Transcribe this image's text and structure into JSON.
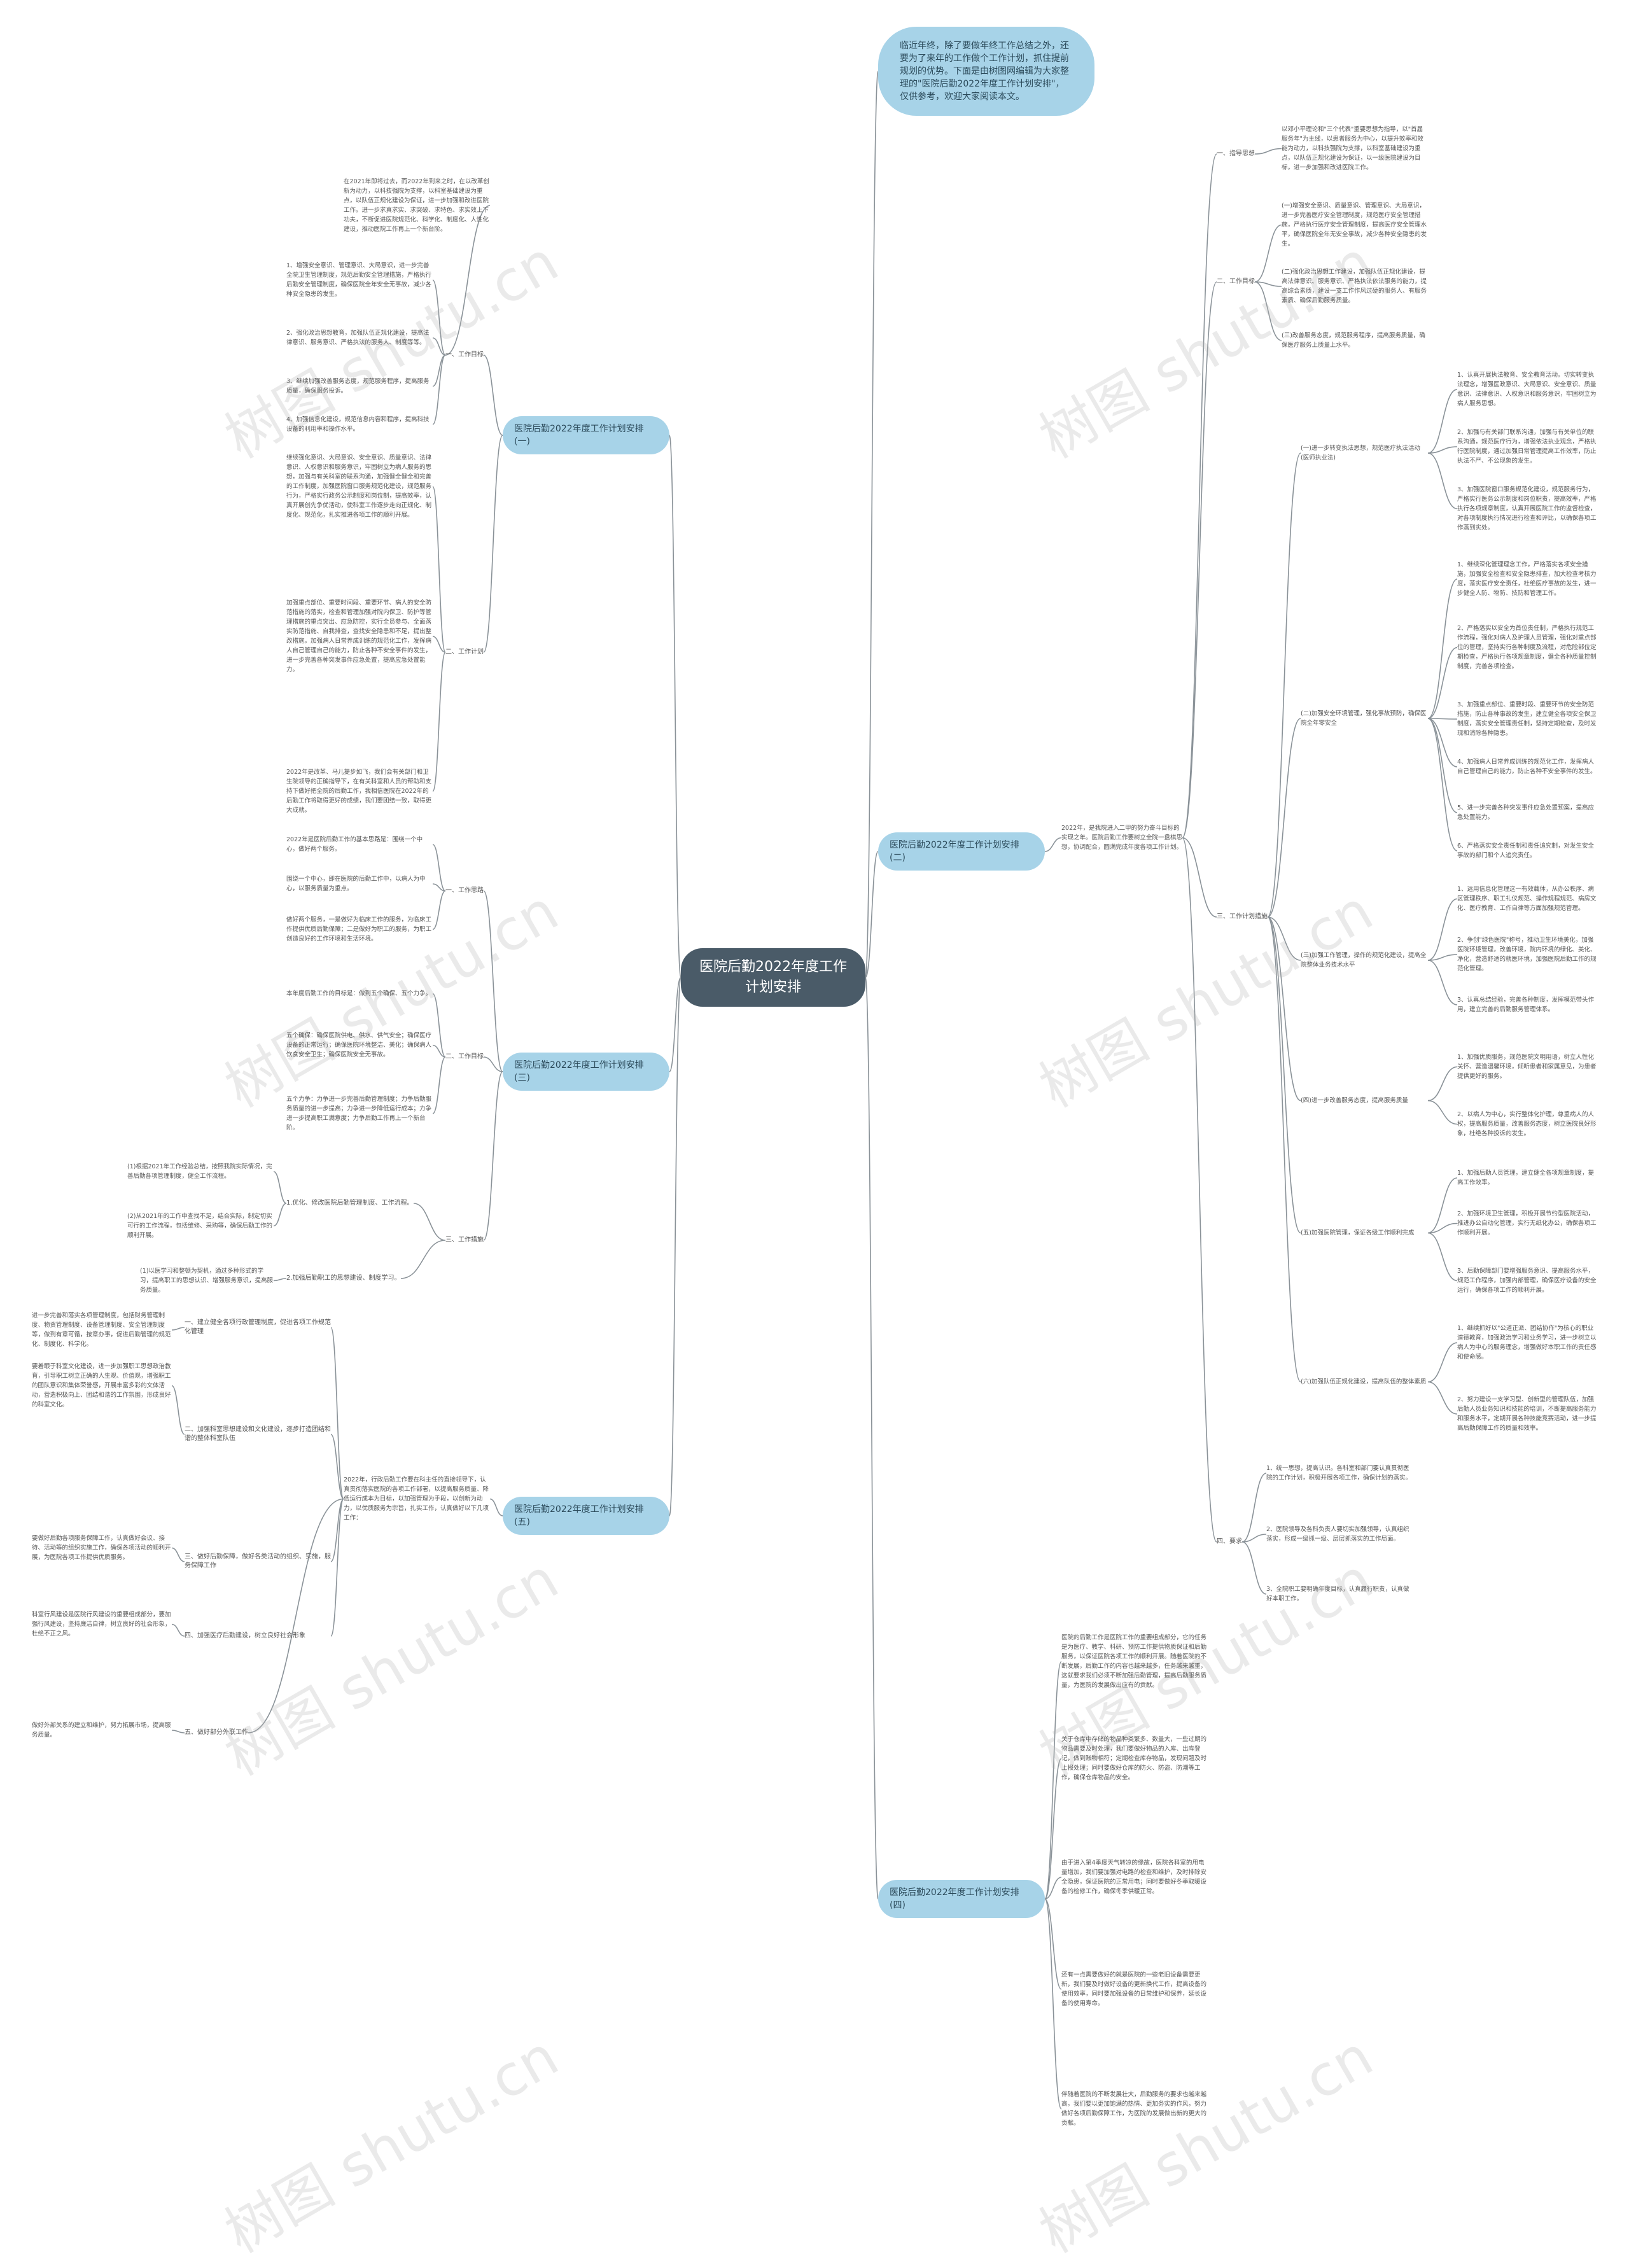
{
  "root": "医院后勤2022年度工作计划安排",
  "intro": "临近年终，除了要做年终工作总结之外，还要为了来年的工作做个工作计划，抓住提前规划的优势。下面是由树图网编辑为大家整理的\"医院后勤2022年度工作计划安排\"，仅供参考，欢迎大家阅读本文。",
  "watermark": "树图 shutu.cn",
  "b1": {
    "title": "医院后勤2022年度工作计划安排(一)",
    "g1": {
      "label": "一、工作目标",
      "texts": [
        "在2021年即将过去，而2022年到来之时，在以改革创新为动力，以科技强院为支撑，以科室基础建设为重点，以队伍正规化建设为保证，进一步加强和改进医院工作。进一步求真求实、求突破、求特色、求实效上下功夫，不断促进医院规范化、科学化、制度化、人性化建设，推动医院工作再上一个新台阶。",
        "1、增强安全意识、管理意识、大局意识，进一步完善全院卫生管理制度，规范后勤安全管理措施，严格执行后勤安全管理制度，确保医院全年安全无事故，减少各种安全隐患的发生。",
        "2、强化政治思想教育，加强队伍正规化建设，提高法律意识、服务意识、严格执法的服务人、制度等等。",
        "3、继续加强改善服务态度，规范服务程序，提高服务质量，确保服务投诉。",
        "4、加强信息化建设，规范信息内容和程序，提高科技设备的利用率和操作水平。"
      ]
    },
    "g2": {
      "label": "二、工作计划",
      "texts": [
        "继续强化意识、大局意识、安全意识、质量意识、法律意识、人权意识和服务意识，牢固树立为病人服务的思想，加强与有关科室的联系沟通，加强健全健全和完善的工作制度，加强医院窗口服务规范化建设，规范服务行为，严格实行政务公示制度和岗位制，提高效率，认真开展创先争优活动，使科室工作逐步走向正规化、制度化、规范化，扎实推进各项工作的顺利开展。",
        "加强重点部位、重要时间段、重要环节、病人的安全防范措施的落实，检查和管理加强对院内保卫、防护等管理措施的重点突出、应急防控，实行全员参与、全面落实防范措施、自我排查，查找安全隐患和不足，提出整改措施。加强病人日常养成训练的规范化工作，发挥病人自己管理自己的能力，防止各种不安全事件的发生，进一步完善各种突发事件应急处置，提高应急处置能力。",
        "2022年是改革、马儿提步如飞，我们会有关部门和卫生院领导的正确指导下，在有关科室和人员的帮助和支持下做好把全院的后勤工作，我相信医院在2022年的后勤工作将取得更好的成绩，我们要团结一致，取得更大成就。"
      ]
    }
  },
  "b2": {
    "title": "医院后勤2022年度工作计划安排(二)",
    "summary": "2022年，是我院进入二甲的努力奋斗目标的实现之年。医院后勤工作要树立全院一盘棋思想，协调配合，圆满完成年度各项工作计划。",
    "s1": {
      "label": "一、指导思想",
      "text": "以邓小平理论和\"三个代表\"重要思想为指导，以\"首届服务年\"为主线，以患者服务为中心，以提升效率和效能为动力，以科技强院为支撑，以科室基础建设为重点，以队伍正规化建设为保证，以一级医院建设为目标，进一步加强和改进医院工作。"
    },
    "s2": {
      "label": "二、工作目标",
      "texts": [
        "(一)增强安全意识、质量意识、管理意识、大局意识，进一步完善医疗安全管理制度，规范医疗安全管理措施，严格执行医疗安全管理制度，提高医疗安全管理水平，确保医院全年无安全事故，减少各种安全隐患的发生。",
        "(二)强化政治思想工作建设，加强队伍正规化建设，提高法律意识、服务意识、严格执法依法服务的能力，提高综合素质，建设一支工作作风过硬的服务人、有服务素质、确保后勤服务质量。",
        "(三)改善服务态度，规范服务程序，提高服务质量，确保医疗服务上质量上水平。"
      ]
    },
    "s3": {
      "label": "三、工作计划措施",
      "subs": [
        {
          "label": "(一)进一步转变执法思想，规范医疗执法活动(医师执业法)",
          "texts": [
            "1、认真开展执法教育、安全教育活动。切实转变执法理念，增强医政意识、大局意识、安全意识、质量意识、法律意识、人权意识和服务意识，牢固树立为病人服务思想。",
            "2、加强与有关部门联系沟通，加强与有关单位的联系沟通，规范医疗行为，增强依法执业观念，严格执行医院制度，通过加强日常管理提高工作效率，防止执法不严、不公现象的发生。",
            "3、加强医院窗口服务规范化建设，规范服务行为，严格实行医务公示制度和岗位职责，提高效率，严格执行各项规章制度，认真开展医院工作的监督检查，对各项制度执行情况进行检查和评比，以确保各项工作落到实处。"
          ]
        },
        {
          "label": "(二)加强安全环境管理，强化事故预防，确保医院全年零安全",
          "texts": [
            "1、继续深化管理理念工作，严格落实各项安全措施，加强安全检查和安全隐患排查，加大检查考核力度，落实医疗安全责任，杜绝医疗事故的发生，进一步健全人防、物防、技防和管理工作。",
            "2、严格落实以安全为首位责任制，严格执行规范工作流程，强化对病人及护理人员管理，强化对重点部位的管理，坚持实行各种制度及流程，对危险部位定期检查，严格执行各项规章制度，健全各种质量控制制度，完善各项检查。",
            "3、加强重点部位、重要时段、重要环节的安全防范措施，防止各种事故的发生，建立健全各项安全保卫制度，落实安全管理责任制，坚持定期检查，及时发现和消除各种隐患。",
            "4、加强病人日常养成训练的规范化工作，发挥病人自己管理自己的能力，防止各种不安全事件的发生。",
            "5、进一步完善各种突发事件应急处置预案，提高应急处置能力。",
            "6、严格落实安全责任制和责任追究制，对发生安全事故的部门和个人追究责任。"
          ]
        },
        {
          "label": "(三)加强工作管理，操作的规范化建设，提高全院整体业务技术水平",
          "texts": [
            "1、运用信息化管理这一有效载体，从办公秩序、病区管理秩序、职工礼仪规范、操作规程规范、病房文化、医疗教育、工作自律等方面加强规范管理。",
            "2、争创\"绿色医院\"称号，推动卫生环境美化，加强医院环境管理，改善环境，院内环境的绿化、美化、净化，营造舒适的就医环境，加强医院后勤工作的规范化管理。",
            "3、认真总结经验，完善各种制度，发挥模范带头作用，建立完善的后勤服务管理体系。"
          ]
        },
        {
          "label": "(四)进一步改善服务态度，提高服务质量",
          "texts": [
            "1、加强优质服务，规范医院文明用语，树立人性化关怀、营造温馨环境，倾听患者和家属意见，为患者提供更好的服务。",
            "2、以病人为中心，实行整体化护理，尊重病人的人权，提高服务质量，改善服务态度，树立医院良好形象，杜绝各种投诉的发生。"
          ]
        },
        {
          "label": "(五)加强医院管理，保证各级工作顺利完成",
          "texts": [
            "1、加强后勤人员管理，建立健全各项规章制度，提高工作效率。",
            "2、加强环境卫生管理，积极开展节约型医院活动，推进办公自动化管理，实行无纸化办公，确保各项工作顺利开展。",
            "3、后勤保障部门要增强服务意识、提高服务水平，规范工作程序，加强内部管理，确保医疗设备的安全运行，确保各项工作的顺利开展。"
          ]
        },
        {
          "label": "(六)加强队伍正规化建设，提高队伍的整体素质",
          "texts": [
            "1、继续抓好以\"公道正派、团结协作\"为核心的职业道德教育，加强政治学习和业务学习，进一步树立以病人为中心的服务理念，增强做好本职工作的责任感和使命感。",
            "2、努力建设一支学习型、创新型的管理队伍，加强后勤人员业务知识和技能的培训，不断提高服务能力和服务水平，定期开展各种技能竞赛活动，进一步提高后勤保障工作的质量和效率。"
          ]
        }
      ]
    },
    "s4": {
      "label": "四、要求",
      "texts": [
        "1、统一思想，提高认识。各科室和部门要认真贯彻医院的工作计划，积极开展各项工作，确保计划的落实。",
        "2、医院领导及各科负责人要切实加强领导，认真组织落实，形成一级抓一级、层层抓落实的工作局面。",
        "3、全院职工要明确年度目标，认真履行职责，认真做好本职工作。"
      ]
    }
  },
  "b3": {
    "title": "医院后勤2022年度工作计划安排(三)",
    "g1": {
      "label": "一、工作思路",
      "texts": [
        "2022年是医院后勤工作的基本思路是：围绕一个中心，做好两个服务。",
        "围绕一个中心，即在医院的后勤工作中，以病人为中心，以服务质量为重点。",
        "做好两个服务，一是做好为临床工作的服务，为临床工作提供优质后勤保障；二是做好为职工的服务，为职工创造良好的工作环境和生活环境。"
      ]
    },
    "g2": {
      "label": "二、工作目标",
      "texts": [
        "本年度后勤工作的目标是：做到五个确保、五个力争。",
        "五个确保：确保医院供电、供水、供气安全；确保医疗设备的正常运行；确保医院环境整洁、美化；确保病人饮食安全卫生；确保医院安全无事故。",
        "五个力争：力争进一步完善后勤管理制度；力争后勤服务质量的进一步提高；力争进一步降低运行成本；力争进一步提高职工满意度；力争后勤工作再上一个新台阶。"
      ]
    },
    "g3": {
      "label": "三、工作措施",
      "items": [
        {
          "label": "1.优化、修改医院后勤管理制度、工作流程。",
          "texts": [
            "(1)根据2021年工作经验总结，按照我院实际情况，完善后勤各项管理制度，健全工作流程。",
            "(2)从2021年的工作中查找不足，结合实际，制定切实可行的工作流程，包括维修、采购等，确保后勤工作的顺利开展。"
          ]
        },
        {
          "label": "2.加强后勤职工的思想建设、制度学习。",
          "texts": [
            "(1)以医学习和整顿为契机，通过多种形式的学习，提高职工的思想认识、增强服务意识，提高服务质量。"
          ]
        }
      ]
    }
  },
  "b4": {
    "title": "医院后勤2022年度工作计划安排(四)",
    "texts": [
      "医院的后勤工作是医院工作的重要组成部分，它的任务是为医疗、教学、科研、预防工作提供物质保证和后勤服务，以保证医院各项工作的顺利开展。随着医院的不断发展，后勤工作的内容也越来越多，任务越来越重，这就要求我们必须不断加强后勤管理，提高后勤服务质量，为医院的发展做出应有的贡献。",
      "关于仓库中存储的物品种类繁多、数量大，一些过期的物品需要及时处理，我们要做好物品的入库、出库登记，做到账物相符；定期检查库存物品，发现问题及时上报处理；同时要做好仓库的防火、防盗、防潮等工作，确保仓库物品的安全。",
      "由于进入第4季度天气转凉的缘故，医院各科室的用电量增加，我们要加强对电路的检查和维护，及时排除安全隐患，保证医院的正常用电；同时要做好冬季取暖设备的检修工作，确保冬季供暖正常。",
      "还有一点需要做好的就是医院的一些老旧设备需要更新，我们要及时做好设备的更新换代工作，提高设备的使用效率，同时要加强设备的日常维护和保养，延长设备的使用寿命。",
      "伴随着医院的不断发展壮大，后勤服务的要求也越来越高，我们要以更加饱满的热情、更加务实的作风，努力做好各项后勤保障工作，为医院的发展做出新的更大的贡献。"
    ]
  },
  "b5": {
    "title": "医院后勤2022年度工作计划安排(五)",
    "summary": "2022年，行政后勤工作要在科主任的直接领导下，认真贯彻落实医院的各项工作部署，以提高服务质量、降低运行成本为目标，以加强管理为手段，以创新为动力，以优质服务为宗旨，扎实工作，认真做好以下几项工作：",
    "items": [
      {
        "label": "一、建立健全各项行政管理制度，促进各项工作规范化管理",
        "text": "进一步完善和落实各项管理制度，包括财务管理制度、物资管理制度、设备管理制度、安全管理制度等，做到有章可循，按章办事，促进后勤管理的规范化、制度化、科学化。"
      },
      {
        "label": "二、加强科室思想建设和文化建设，逐步打造团结和谐的整体科室队伍",
        "text": "要着眼于科室文化建设，进一步加强职工思想政治教育，引导职工树立正确的人生观、价值观，增强职工的团队意识和集体荣誉感，开展丰富多彩的文体活动，营造积极向上、团结和谐的工作氛围，形成良好的科室文化。"
      },
      {
        "label": "三、做好后勤保障，做好各类活动的组织、实施，服务保障工作",
        "text": "要做好后勤各项服务保障工作，认真做好会议、接待、活动等的组织实施工作，确保各项活动的顺利开展，为医院各项工作提供优质服务。"
      },
      {
        "label": "四、加强医疗后勤建设，树立良好社会形象",
        "text": "科室行风建设是医院行风建设的重要组成部分，要加强行风建设，坚持廉洁自律，树立良好的社会形象，杜绝不正之风。"
      },
      {
        "label": "五、做好部分外联工作",
        "text": "做好外部关系的建立和维护，努力拓展市场，提高服务质量。"
      }
    ]
  }
}
